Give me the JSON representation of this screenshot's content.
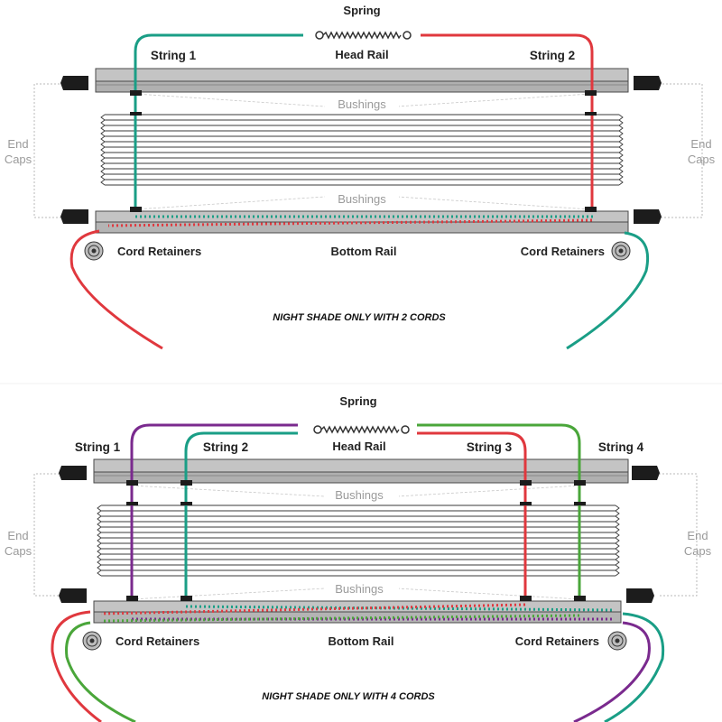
{
  "panels": [
    {
      "spring_label": "Spring",
      "head_rail_label": "Head Rail",
      "bushings_top_label": "Bushings",
      "bushings_bottom_label": "Bushings",
      "end_caps_left": [
        "End",
        "Caps"
      ],
      "end_caps_right": [
        "End",
        "Caps"
      ],
      "cord_retainers_left": "Cord Retainers",
      "cord_retainers_right": "Cord Retainers",
      "bottom_rail_label": "Bottom Rail",
      "caption": "NIGHT SHADE ONLY WITH 2 CORDS",
      "strings": [
        {
          "label": "String 1",
          "color": "#1a9e86"
        },
        {
          "label": "String 2",
          "color": "#e0383e"
        }
      ]
    },
    {
      "spring_label": "Spring",
      "head_rail_label": "Head Rail",
      "bushings_top_label": "Bushings",
      "bushings_bottom_label": "Bushings",
      "end_caps_left": [
        "End",
        "Caps"
      ],
      "end_caps_right": [
        "End",
        "Caps"
      ],
      "cord_retainers_left": "Cord Retainers",
      "cord_retainers_right": "Cord Retainers",
      "bottom_rail_label": "Bottom Rail",
      "caption": "NIGHT SHADE ONLY WITH 4 CORDS",
      "strings": [
        {
          "label": "String 1",
          "color": "#7a2a8e"
        },
        {
          "label": "String 2",
          "color": "#1a9e86"
        },
        {
          "label": "String 3",
          "color": "#e0383e"
        },
        {
          "label": "String 4",
          "color": "#4aa63a"
        }
      ]
    }
  ],
  "colors": {
    "rail_fill": "#c4c4c4",
    "rail_stroke": "#4a4a4a",
    "cap_fill": "#1c1c1c",
    "pleat_stroke": "#3a3a3a"
  }
}
